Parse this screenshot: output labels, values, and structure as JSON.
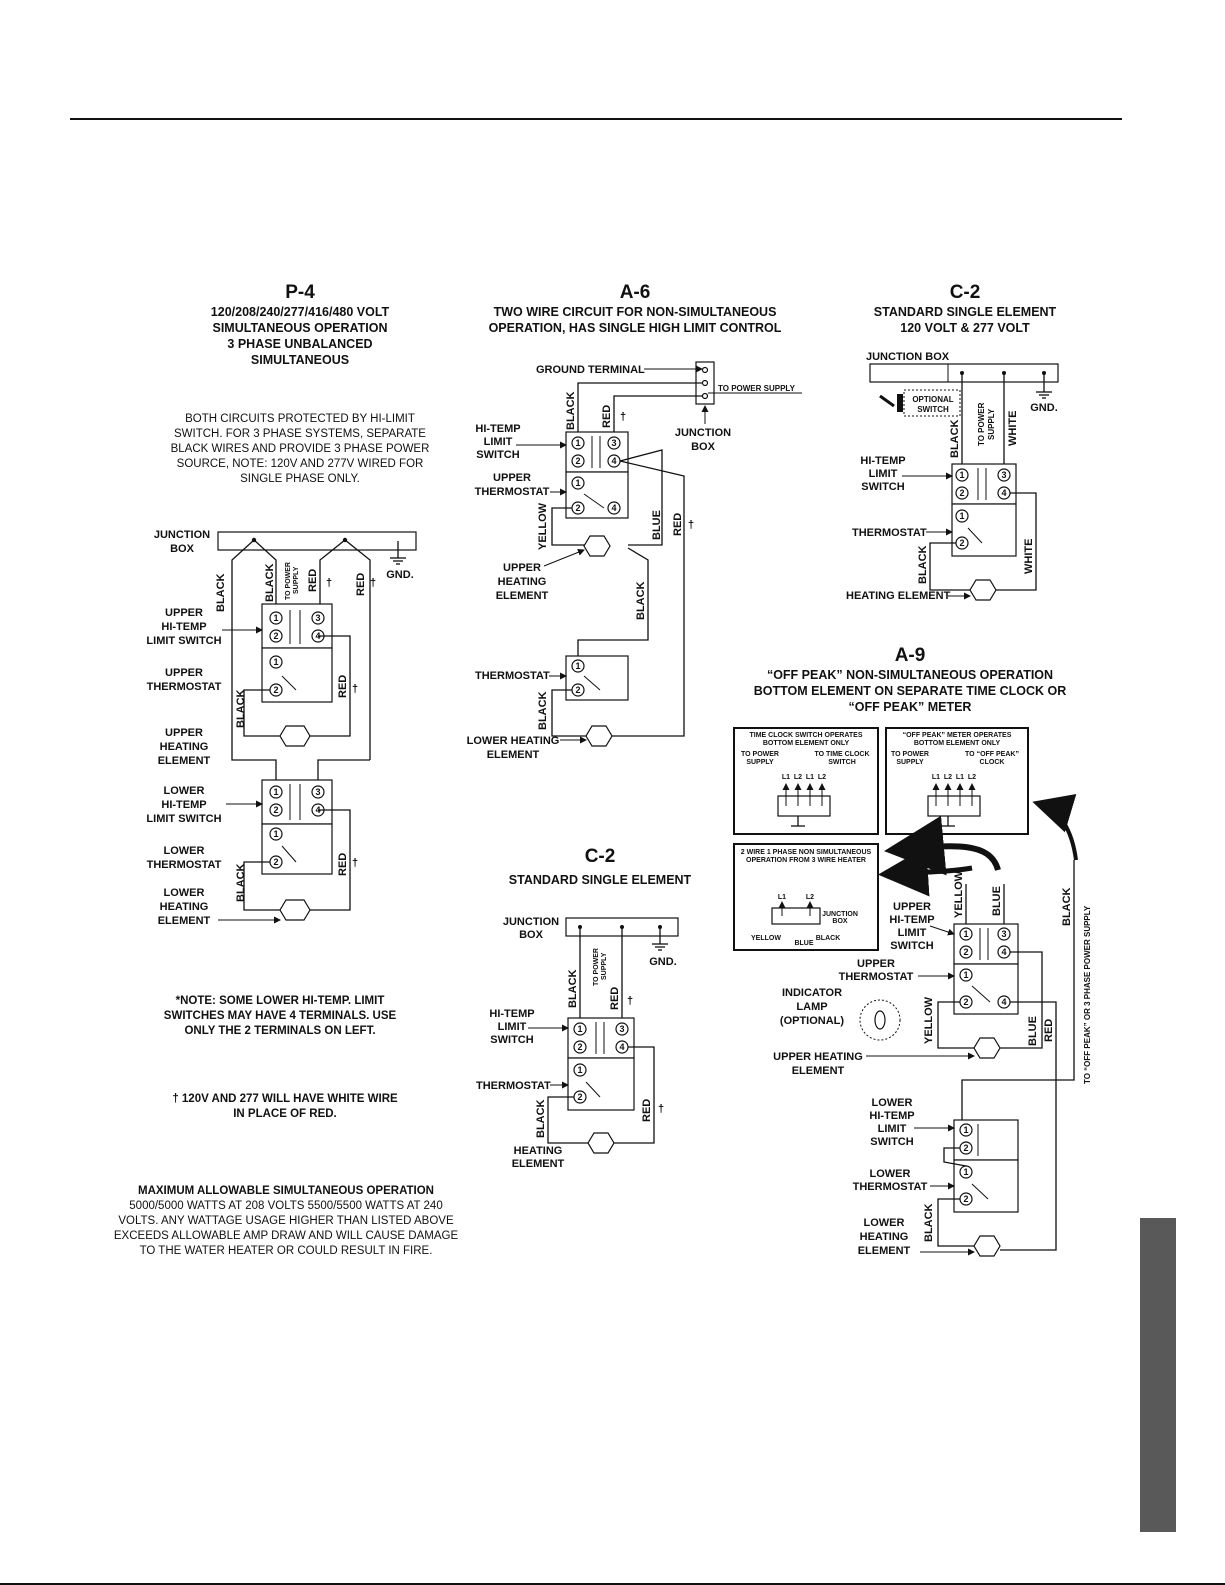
{
  "p4": {
    "code": "P-4",
    "subtitle": [
      "120/208/240/277/416/480 VOLT",
      "SIMULTANEOUS OPERATION",
      "3 PHASE UNBALANCED",
      "SIMULTANEOUS"
    ],
    "note": [
      "BOTH CIRCUITS PROTECTED BY HI-LIMIT",
      "SWITCH. FOR 3 PHASE SYSTEMS, SEPARATE",
      "BLACK WIRES AND PROVIDE 3 PHASE POWER",
      "SOURCE, NOTE: 120V AND 277V WIRED FOR",
      "SINGLE PHASE ONLY."
    ],
    "labels": {
      "junction_box": [
        "JUNCTION",
        "BOX"
      ],
      "gnd": "GND.",
      "upper_switch": [
        "UPPER",
        "HI-TEMP",
        "LIMIT SWITCH"
      ],
      "upper_thermostat": [
        "UPPER",
        "THERMOSTAT"
      ],
      "upper_element": [
        "UPPER",
        "HEATING",
        "ELEMENT"
      ],
      "lower_switch": [
        "LOWER",
        "HI-TEMP",
        "LIMIT SWITCH"
      ],
      "lower_thermostat": [
        "LOWER",
        "THERMOSTAT"
      ],
      "lower_element": [
        "LOWER",
        "HEATING",
        "ELEMENT"
      ],
      "to_power_supply": [
        "TO POWER",
        "SUPPLY"
      ]
    }
  },
  "a6": {
    "code": "A-6",
    "subtitle": [
      "TWO WIRE CIRCUIT FOR NON-SIMULTANEOUS",
      "OPERATION, HAS SINGLE HIGH LIMIT CONTROL"
    ],
    "labels": {
      "ground_terminal": "GROUND TERMINAL",
      "to_power_supply": "TO POWER SUPPLY",
      "junction_box": [
        "JUNCTION",
        "BOX"
      ],
      "switch": [
        "HI-TEMP",
        "LIMIT",
        "SWITCH"
      ],
      "upper_thermostat": [
        "UPPER",
        "THERMOSTAT"
      ],
      "upper_element": [
        "UPPER",
        "HEATING",
        "ELEMENT"
      ],
      "thermostat": "THERMOSTAT",
      "lower_element": [
        "LOWER HEATING",
        "ELEMENT"
      ]
    }
  },
  "c2_top": {
    "code": "C-2",
    "subtitle": [
      "STANDARD SINGLE ELEMENT",
      "120 VOLT & 277 VOLT"
    ],
    "labels": {
      "junction_box": "JUNCTION BOX",
      "optional_switch": [
        "OPTIONAL",
        "SWITCH"
      ],
      "gnd": "GND.",
      "to_power_supply": [
        "TO POWER",
        "SUPPLY"
      ],
      "switch": [
        "HI-TEMP",
        "LIMIT",
        "SWITCH"
      ],
      "thermostat": "THERMOSTAT",
      "element": "HEATING ELEMENT"
    }
  },
  "c2_mid": {
    "code": "C-2",
    "subtitle": [
      "STANDARD SINGLE ELEMENT"
    ],
    "labels": {
      "junction_box": [
        "JUNCTION",
        "BOX"
      ],
      "to_power_supply": [
        "TO POWER",
        "SUPPLY"
      ],
      "gnd": "GND.",
      "switch": [
        "HI-TEMP",
        "LIMIT",
        "SWITCH"
      ],
      "thermostat": "THERMOSTAT",
      "element": [
        "HEATING",
        "ELEMENT"
      ]
    }
  },
  "a9": {
    "code": "A-9",
    "subtitle": [
      "“OFF PEAK” NON-SIMULTANEOUS OPERATION",
      "BOTTOM ELEMENT ON SEPARATE TIME CLOCK OR",
      "“OFF PEAK” METER"
    ],
    "panel1": {
      "title": [
        "TIME CLOCK SWITCH OPERATES",
        "BOTTOM ELEMENT ONLY"
      ],
      "left": [
        "TO POWER",
        "SUPPLY"
      ],
      "right": [
        "TO TIME CLOCK",
        "SWITCH"
      ],
      "terms": [
        "L1",
        "L2",
        "L1",
        "L2"
      ]
    },
    "panel2": {
      "title": [
        "“OFF PEAK” METER OPERATES",
        "BOTTOM ELEMENT ONLY"
      ],
      "left": [
        "TO POWER",
        "SUPPLY"
      ],
      "right": [
        "TO “OFF PEAK”",
        "CLOCK"
      ],
      "terms": [
        "L1",
        "L2",
        "L1",
        "L2"
      ]
    },
    "panel3": {
      "title": [
        "2 WIRE 1 PHASE NON SIMULTANEOUS",
        "OPERATION FROM 3 WIRE HEATER"
      ],
      "terms": [
        "L1",
        "L2"
      ],
      "jbox": [
        "JUNCTION",
        "BOX"
      ],
      "wires": [
        "YELLOW",
        "BLUE",
        "BLACK"
      ]
    },
    "labels": {
      "upper_switch": [
        "UPPER",
        "HI-TEMP",
        "LIMIT",
        "SWITCH"
      ],
      "upper_thermostat": [
        "UPPER",
        "THERMOSTAT"
      ],
      "lamp": [
        "INDICATOR",
        "LAMP",
        "(OPTIONAL)"
      ],
      "upper_element": [
        "UPPER HEATING",
        "ELEMENT"
      ],
      "lower_switch": [
        "LOWER",
        "HI-TEMP",
        "LIMIT",
        "SWITCH"
      ],
      "lower_thermostat": [
        "LOWER",
        "THERMOSTAT"
      ],
      "lower_element": [
        "LOWER",
        "HEATING",
        "ELEMENT"
      ],
      "to_off_peak": "TO “OFF PEAK” OR 3 PHASE POWER SUPPLY"
    }
  },
  "wires": {
    "black": "BLACK",
    "red": "RED",
    "yellow": "YELLOW",
    "blue": "BLUE",
    "white": "WHITE",
    "dagger": "†"
  },
  "terminals": [
    "1",
    "2",
    "3",
    "4"
  ],
  "footnotes": {
    "note4": [
      "*NOTE: SOME LOWER HI-TEMP. LIMIT",
      "SWITCHES MAY HAVE 4 TERMINALS. USE",
      "ONLY THE 2 TERMINALS ON LEFT."
    ],
    "white_wire": [
      "† 120V AND 277 WILL HAVE WHITE WIRE",
      "IN PLACE OF RED."
    ],
    "max_title": "MAXIMUM  ALLOWABLE SIMULTANEOUS OPERATION",
    "max_body": [
      "5000/5000 WATTS AT 208 VOLTS 5500/5500 WATTS AT 240",
      "VOLTS. ANY WATTAGE USAGE HIGHER THAN LISTED ABOVE",
      "EXCEEDS ALLOWABLE AMP DRAW AND WILL CAUSE DAMAGE",
      "TO THE WATER HEATER OR COULD RESULT IN FIRE."
    ]
  }
}
